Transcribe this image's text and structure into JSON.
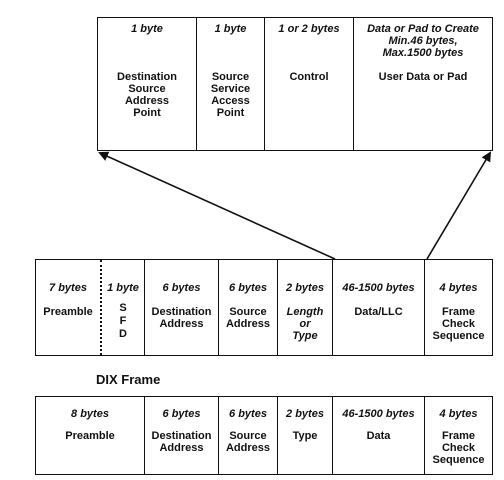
{
  "llc_frame": {
    "fields": [
      {
        "size": "1 byte",
        "label": [
          "Destination",
          "Source",
          "Address",
          "Point"
        ]
      },
      {
        "size": "1 byte",
        "label": [
          "Source",
          "Service",
          "Access",
          "Point"
        ]
      },
      {
        "size": "1 or 2  bytes",
        "label": [
          "Control"
        ]
      },
      {
        "size_lines": [
          "Data or Pad to Create",
          "Min.46 bytes,",
          "Max.1500 bytes"
        ],
        "label": [
          "User Data or Pad"
        ]
      }
    ]
  },
  "ieee_frame": {
    "fields": [
      {
        "size": "7 bytes",
        "label": [
          "Preamble"
        ]
      },
      {
        "size": "1 byte",
        "label": [
          "S",
          "F",
          "D"
        ]
      },
      {
        "size": "6 bytes",
        "label": [
          "Destination",
          "Address"
        ]
      },
      {
        "size": "6 bytes",
        "label": [
          "Source",
          "Address"
        ]
      },
      {
        "size": "2 bytes",
        "label": [
          "Length",
          "or",
          "Type"
        ]
      },
      {
        "size": "46-1500 bytes",
        "label": [
          "Data/LLC"
        ]
      },
      {
        "size": "4 bytes",
        "label": [
          "Frame",
          "Check",
          "Sequence"
        ]
      }
    ]
  },
  "dix_frame": {
    "title": "DIX Frame",
    "fields": [
      {
        "size": "8 bytes",
        "label": [
          "Preamble"
        ]
      },
      {
        "size": "6 bytes",
        "label": [
          "Destination",
          "Address"
        ]
      },
      {
        "size": "6 bytes",
        "label": [
          "Source",
          "Address"
        ]
      },
      {
        "size": "2 bytes",
        "label": [
          "Type"
        ]
      },
      {
        "size": "46-1500 bytes",
        "label": [
          "Data"
        ]
      },
      {
        "size": "4 bytes",
        "label": [
          "Frame",
          "Check",
          "Sequence"
        ]
      }
    ]
  }
}
